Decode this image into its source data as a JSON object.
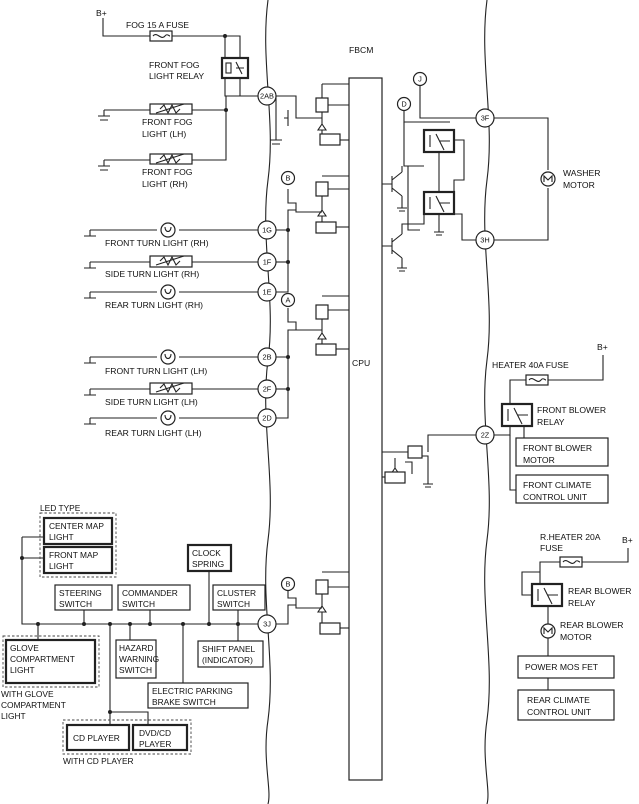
{
  "supply": {
    "b_plus_main": "B+",
    "fog_fuse": "FOG 15 A FUSE",
    "heater_fuse": "HEATER 40A FUSE",
    "b_plus_heater": "B+",
    "rheater_fuse_l1": "R.HEATER 20A",
    "rheater_fuse_l2": "FUSE",
    "b_plus_rheater": "B+"
  },
  "fbcm": {
    "title": "FBCM",
    "cpu": "CPU"
  },
  "terminals": {
    "t2ab": "2AB",
    "t1g": "1G",
    "t1f": "1F",
    "t1e": "1E",
    "t2b": "2B",
    "t2f": "2F",
    "t2d": "2D",
    "t3j": "3J",
    "t3f": "3F",
    "t3h": "3H",
    "t2z": "2Z"
  },
  "refs": {
    "j": "J",
    "d": "D",
    "b1": "B",
    "a": "A",
    "b2": "B"
  },
  "components": {
    "fog_relay_l1": "FRONT FOG",
    "fog_relay_l2": "LIGHT RELAY",
    "fog_lh_l1": "FRONT FOG",
    "fog_lh_l2": "LIGHT (LH)",
    "fog_rh_l1": "FRONT FOG",
    "fog_rh_l2": "LIGHT (RH)",
    "front_turn_rh": "FRONT TURN LIGHT (RH)",
    "side_turn_rh": "SIDE TURN LIGHT (RH)",
    "rear_turn_rh": "REAR TURN LIGHT (RH)",
    "front_turn_lh": "FRONT TURN LIGHT (LH)",
    "side_turn_lh": "SIDE TURN LIGHT (LH)",
    "rear_turn_lh": "REAR TURN LIGHT (LH)",
    "washer_l1": "WASHER",
    "washer_l2": "MOTOR",
    "front_blower_relay_l1": "FRONT BLOWER",
    "front_blower_relay_l2": "RELAY",
    "front_blower_motor_l1": "FRONT BLOWER",
    "front_blower_motor_l2": "MOTOR",
    "front_climate_l1": "FRONT CLIMATE",
    "front_climate_l2": "CONTROL UNIT",
    "rear_blower_relay_l1": "REAR BLOWER",
    "rear_blower_relay_l2": "RELAY",
    "rear_blower_motor_l1": "REAR BLOWER",
    "rear_blower_motor_l2": "MOTOR",
    "power_mos": "POWER MOS FET",
    "rear_climate_l1": "REAR CLIMATE",
    "rear_climate_l2": "CONTROL UNIT"
  },
  "bottom_group": {
    "led_type": "LED TYPE",
    "center_map_l1": "CENTER MAP",
    "center_map_l2": "LIGHT",
    "front_map_l1": "FRONT MAP",
    "front_map_l2": "LIGHT",
    "clock_l1": "CLOCK",
    "clock_l2": "SPRING",
    "steering_l1": "STEERING",
    "steering_l2": "SWITCH",
    "commander_l1": "COMMANDER",
    "commander_l2": "SWITCH",
    "cluster_l1": "CLUSTER",
    "cluster_l2": "SWITCH",
    "glove_l1": "GLOVE",
    "glove_l2": "COMPARTMENT",
    "glove_l3": "LIGHT",
    "hazard_l1": "HAZARD",
    "hazard_l2": "WARNING",
    "hazard_l3": "SWITCH",
    "shift_l1": "SHIFT PANEL",
    "shift_l2": "(INDICATOR)",
    "with_glove_l1": "WITH GLOVE",
    "with_glove_l2": "COMPARTMENT",
    "with_glove_l3": "LIGHT",
    "epb_l1": "ELECTRIC PARKING",
    "epb_l2": "BRAKE SWITCH",
    "cd_player": "CD PLAYER",
    "dvdcd_l1": "DVD/CD",
    "dvdcd_l2": "PLAYER",
    "with_cd": "WITH CD PLAYER"
  }
}
